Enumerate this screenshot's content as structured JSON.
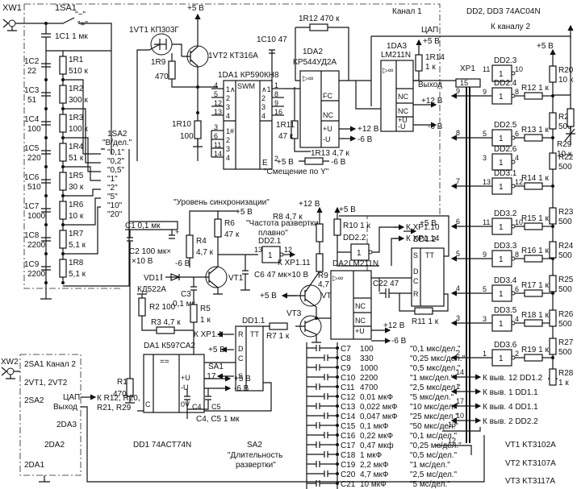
{
  "title_block": {
    "channel1": "Канал 1",
    "channel2_ref": "К каналу 2",
    "dac": "ЦАП",
    "dd2_dd3": "DD2, DD3 74AC04N",
    "dd1": "DD1 74ACT74N",
    "vt_list": [
      "VT1 KT3102A",
      "VT2 KT3107A",
      "VT3 KT3117A"
    ]
  },
  "input": {
    "xw1": "XW1",
    "sa1": "1SA1",
    "sa1_ac": "\"~\"",
    "sa1_dc": "\"=\"",
    "c1": "1C1 1 мк",
    "divider": [
      {
        "c": "1C2",
        "cv": "22",
        "r": "1R1",
        "rv": "510 к"
      },
      {
        "c": "1C3",
        "cv": "51",
        "r": "1R2",
        "rv": "300 к"
      },
      {
        "c": "1C4",
        "cv": "100",
        "r": "1R3",
        "rv": "100 к"
      },
      {
        "c": "1C5",
        "cv": "220",
        "r": "1R4",
        "rv": "51 к"
      },
      {
        "c": "1C6",
        "cv": "510",
        "r": "1R5",
        "rv": "30 к"
      },
      {
        "c": "1C7",
        "cv": "1000",
        "r": "1R6",
        "rv": "10 к"
      },
      {
        "c": "1C8",
        "cv": "2200",
        "r": "1R7",
        "rv": "5,1 к"
      },
      {
        "c": "1C9",
        "cv": "2200",
        "r": "1R8",
        "rv": "5,1 к"
      }
    ],
    "sa2": "1SA2",
    "sa2_name": "\"В/дел.\"",
    "sa2_positions": [
      "\"0,1\"",
      "\"0,2\"",
      "\"0,5\"",
      "\"1\"",
      "\"2\"",
      "\"5\"",
      "\"10\"",
      "\"20\""
    ]
  },
  "front_end": {
    "supply": "+5 В",
    "vt1": "1VT1 КП303Г",
    "vt2": "1VT2 КТ316А",
    "r9": "1R9",
    "r9v": "470",
    "r10": "1R10",
    "r10v": "100",
    "da1": "1DA1 КР590КН8",
    "da1_mid": "SWM",
    "da1_left_pins": [
      "4",
      "5",
      "12",
      "13"
    ],
    "da1_left_labels": [
      "1∧",
      "2",
      "3",
      "4"
    ],
    "da1_right_pins": [
      "1",
      "8",
      "9",
      "16"
    ],
    "da1_right_labels": [
      "∧1",
      "2",
      "3",
      "4"
    ],
    "da1_lower_pins": [
      "3",
      "6",
      "11",
      "14"
    ],
    "da1_lower_labels": [
      "1#",
      "2",
      "3",
      "4"
    ],
    "da1_e": "E",
    "da1_e_pin": "2",
    "c10": "1C10 47",
    "r12": "1R12 470 к",
    "da2": "1DA2",
    "da2_type": "КР544УД2А",
    "da2_amp": "▷∞",
    "da2_pins": {
      "in_inv": "2",
      "in_non": "3",
      "out": "6",
      "fc": "FC",
      "fc_pin": "8",
      "nc": "NC",
      "nc_pin": "1",
      "vp": "+U",
      "vp_pin": "7",
      "vn": "-U",
      "vn_pin": "4"
    },
    "vp12": "+12 В",
    "vn6": "-6 В",
    "r11": "1R11",
    "r11v": "47 к",
    "r13": "1R13 4,7 к",
    "r13_left": "+5 В",
    "r13_right": "-6 В",
    "offset_label": "\"Смещение по Y\"",
    "da3": "1DA3",
    "da3_type": "LM211N",
    "da3_amp": "▷∞",
    "da3_pins": {
      "in2": "2",
      "in3": "3",
      "out": "7",
      "nc5": "5",
      "nc6": "6",
      "vp": "8",
      "vn": "4",
      "gnd": "1"
    },
    "da3_labels": {
      "nc": "NC",
      "vp": "+U",
      "vn": "-U",
      "gnd": "0V"
    },
    "r14": "1R14",
    "r14v": "1 к",
    "output": "Выход"
  },
  "dac": {
    "xp1": "XP1",
    "xp1_pin15": "15",
    "supply": "+5 В",
    "gates": [
      {
        "name": "DD2.3",
        "in": "11",
        "out": "10"
      },
      {
        "name": "DD2.4",
        "in": "9",
        "out": "8"
      },
      {
        "name": "DD2.5",
        "in": "5",
        "out": "6"
      },
      {
        "name": "DD2.6",
        "in": "3",
        "out": "4"
      },
      {
        "name": "DD3.1",
        "in": "13",
        "out": "12"
      },
      {
        "name": "DD3.2",
        "in": "11",
        "out": "10"
      },
      {
        "name": "DD3.3",
        "in": "9",
        "out": "8"
      },
      {
        "name": "DD3.4",
        "in": "5",
        "out": "6"
      },
      {
        "name": "DD3.5",
        "in": "3",
        "out": "4"
      },
      {
        "name": "DD3.6",
        "in": "1",
        "out": "2"
      }
    ],
    "gate_symbol": "1",
    "series_r": [
      "R12 1 к",
      "R13 1 к",
      "R14 1 к",
      "R15 1 к",
      "R16 1 к",
      "R17 1 к",
      "R18 1 к",
      "R19 1 к"
    ],
    "ladder_r": [
      {
        "name": "R20",
        "value": "10 к"
      },
      {
        "name": "R21",
        "value": "500"
      },
      {
        "name": "R22",
        "value": "500"
      },
      {
        "name": "R23",
        "value": "500"
      },
      {
        "name": "R24",
        "value": "500"
      },
      {
        "name": "R25",
        "value": "500"
      },
      {
        "name": "R26",
        "value": "500"
      },
      {
        "name": "R27",
        "value": "500"
      },
      {
        "name": "R28",
        "value": "1 к"
      }
    ],
    "r29": "R29",
    "r29v": "10 к",
    "connector_pins": [
      "9",
      "8",
      "7",
      "6",
      "5",
      "4",
      "3",
      "2"
    ],
    "misc_pins": [
      {
        "pin": "14",
        "label": "К выв. 12 DD1.2"
      },
      {
        "pin": "1",
        "label": "К выв. 1 DD1.1"
      },
      {
        "pin": "17",
        "label": "К выв. 4 DD1.1"
      },
      {
        "pin": "10",
        "label": "К выв. 2 DD2.2"
      }
    ],
    "pin13": "13",
    "pin12": "12"
  },
  "sweep": {
    "sync_level": "\"Уровень синхронизации\"",
    "c1": "C1 0,1 мк",
    "c2": "C2 100 мк×",
    "c2b": "×10 В",
    "vd1": "VD1",
    "vd1_type": "КД522А",
    "neg6": "-6 В",
    "r4": "R4",
    "r4v": "4,7 к",
    "c3": "C3",
    "c3v": "0,1 мк",
    "r2": "R2 100",
    "r3": "R3 4,7 к",
    "r5": "R5",
    "r5v": "1 к",
    "r6": "R6",
    "r6v": "47 к",
    "freq_label": "\"Частота развертки",
    "freq_label2": "плавно\"",
    "plus5": "+5 В",
    "plus12": "+12 В",
    "r8": "R8 4,7 к",
    "dd21": "DD2.1",
    "dd21_in": "13",
    "dd21_out": "12",
    "to_xp111": "К XP1.11",
    "vt1": "VT1",
    "c6": "C6 47 мк×10 В",
    "r9": "R9",
    "r9v": "4,7 к",
    "vt2": "VT2",
    "vt3": "VT3",
    "r7": "R7 1 к",
    "dd11": "DD1.1",
    "tt": "TT",
    "dd11_pins": {
      "r": "1",
      "d": "2",
      "c": "3",
      "s": "4",
      "q": "6",
      "qn": "5"
    },
    "to_xp11": "К XP1.1",
    "to_xp117": "К XP1.17",
    "sa1": "SA1",
    "da1": "DA1 К597СА2",
    "da1_sym": "==",
    "da1_pins": {
      "p3": "3",
      "p2": "2",
      "p7": "7",
      "vp": "16",
      "vn": "5",
      "gnd": "8"
    },
    "da1_labels": {
      "c": "C",
      "vp": "+U",
      "vn": "-U",
      "gnd": "0V"
    },
    "r1": "R1",
    "r1v": "470",
    "c4": "C4",
    "c5": "C5",
    "c45": "C4, C5 1 мк",
    "sa2": "SA2",
    "sa2_name1": "\"Длительность",
    "sa2_name2": "развертки\"",
    "r10": "R10 1 к",
    "dd22": "DD2.2",
    "dd22_in": "1",
    "dd22_out": "2",
    "to_xp110": "К XP1.10",
    "to_xp114": "К XP1.14",
    "da2": "DA2",
    "da2_type": "LM211N",
    "da2_pins": {
      "p2": "2",
      "p3": "3",
      "p7": "7",
      "p5": "5",
      "p6": "6",
      "p8": "8",
      "p4": "4",
      "p1": "1"
    },
    "c22": "C22 47",
    "dd12": "DD1.2",
    "dd12_pins": {
      "s": "10",
      "d": "12",
      "c": "11",
      "r": "13",
      "q": "9",
      "qn": "8"
    },
    "r11": "R11 1 к",
    "timing_caps": [
      {
        "c": "C7",
        "v": "100",
        "range": "\"0,1 мкс/дел.\""
      },
      {
        "c": "C8",
        "v": "330",
        "range": "\"0,25 мкс/дел.\""
      },
      {
        "c": "C9",
        "v": "1000",
        "range": "\"0,5 мкс/дел.\""
      },
      {
        "c": "C10",
        "v": "2200",
        "range": "\"1 мкс/дел.\""
      },
      {
        "c": "C11",
        "v": "4700",
        "range": "\"2,5 мкс/дел.\""
      },
      {
        "c": "C12",
        "v": "0,01 мкФ",
        "range": "\"5 мкс/дел.\""
      },
      {
        "c": "C13",
        "v": "0,022 мкФ",
        "range": "\"10 мкс/дел.\""
      },
      {
        "c": "C14",
        "v": "0,047 мкФ",
        "range": "\"25 мкс/дел.\""
      },
      {
        "c": "C15",
        "v": "0,1 мкФ",
        "range": "\"50 мкс/дел.\""
      },
      {
        "c": "C16",
        "v": "0,22 мкФ",
        "range": "\"0,1 мс/дел.\""
      },
      {
        "c": "C17",
        "v": "0,47 мкф",
        "range": "\"0,25 мс/дел.\""
      },
      {
        "c": "C18",
        "v": "1 мкФ",
        "range": "\"0,5 мс/дел.\""
      },
      {
        "c": "C19",
        "v": "2,2 мкФ",
        "range": "\"1 мс/дел.\""
      },
      {
        "c": "C20",
        "v": "4,7 мкФ",
        "range": "\"2,5 мс/дел.\""
      },
      {
        "c": "C21",
        "v": "10 мкФ",
        "range": "\"5 мс/дел.\""
      }
    ]
  },
  "channel2": {
    "xw2": "XW2",
    "lines": [
      "2SA1  Канал 2",
      "2VT1, 2VT2",
      "2SA2",
      "2DA3",
      "2DA2",
      "2DA1"
    ],
    "dac": "ЦАП",
    "out": "Выход",
    "ref1": "К R12, R20,",
    "ref2": "R21, R29"
  }
}
